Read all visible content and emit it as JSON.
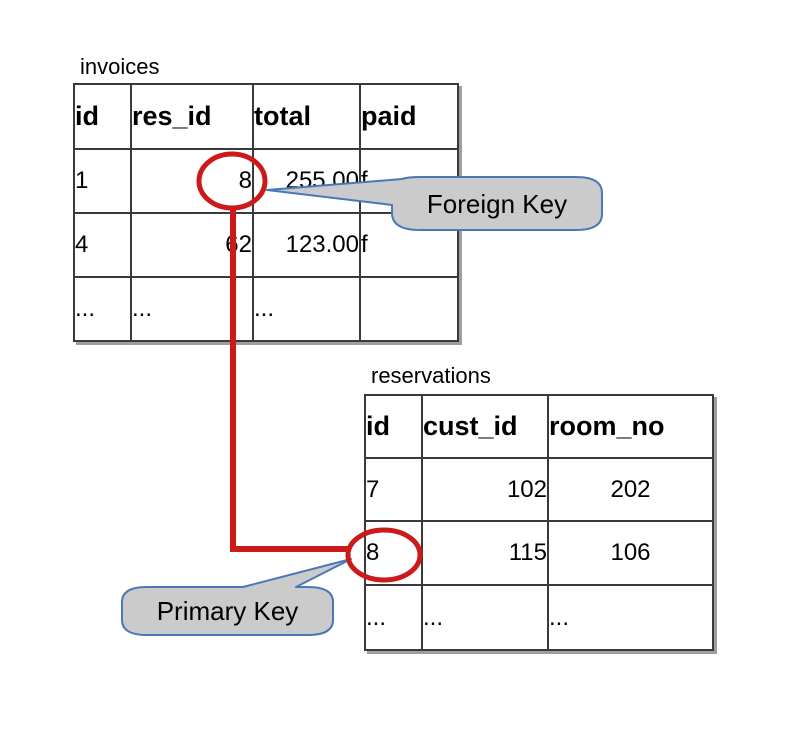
{
  "diagram": {
    "tables": [
      {
        "name": "invoices",
        "columns": [
          "id",
          "res_id",
          "total",
          "paid"
        ],
        "rows": [
          [
            "1",
            "8",
            "255.00",
            "f"
          ],
          [
            "4",
            "62",
            "123.00",
            "f"
          ],
          [
            "...",
            "...",
            "...",
            ""
          ]
        ]
      },
      {
        "name": "reservations",
        "columns": [
          "id",
          "cust_id",
          "room_no"
        ],
        "rows": [
          [
            "7",
            "102",
            "202"
          ],
          [
            "8",
            "115",
            "106"
          ],
          [
            "...",
            "...",
            "..."
          ]
        ]
      }
    ],
    "callouts": [
      {
        "label": "Foreign Key",
        "target_table": "invoices",
        "target_column": "res_id",
        "target_value": "8"
      },
      {
        "label": "Primary Key",
        "target_table": "reservations",
        "target_column": "id",
        "target_value": "8"
      }
    ],
    "colors": {
      "connector_red": "#cc1a1a",
      "callout_fill": "#cbcbcb",
      "callout_border": "#4a77b8",
      "table_border": "#3a3a3a",
      "text": "#000000"
    }
  }
}
